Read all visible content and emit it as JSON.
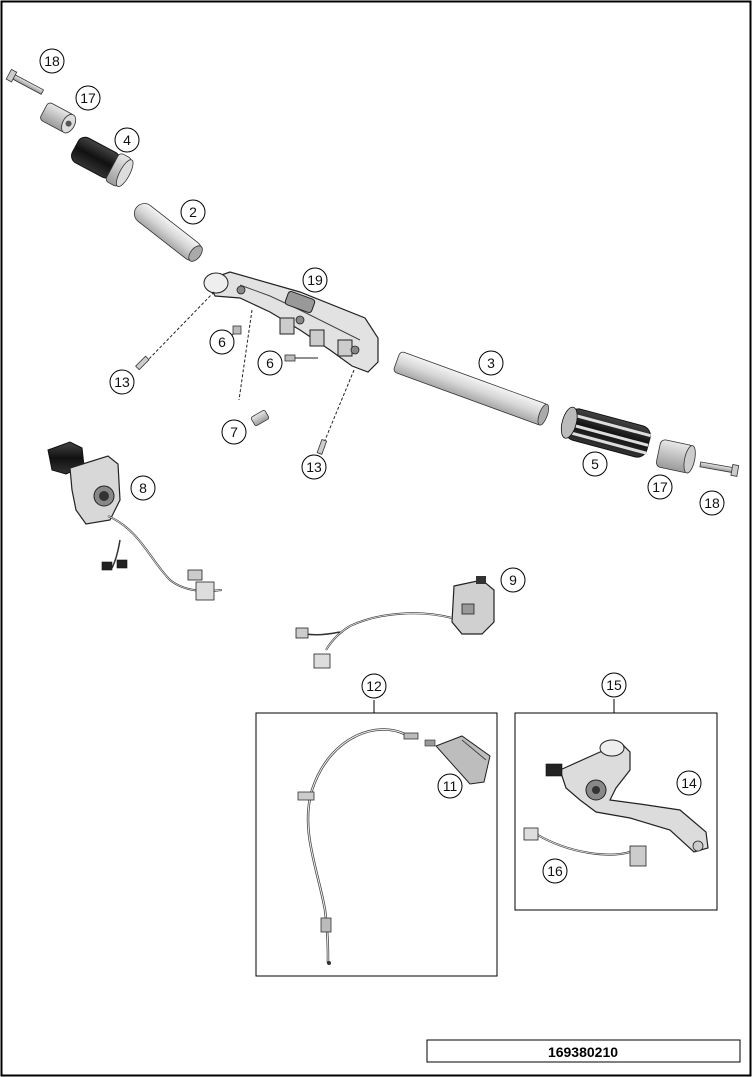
{
  "diagram_id": "169380210",
  "callouts": {
    "c18a": "18",
    "c17a": "17",
    "c4": "4",
    "c2": "2",
    "c19": "19",
    "c6a": "6",
    "c6b": "6",
    "c13a": "13",
    "c7": "7",
    "c13b": "13",
    "c3": "3",
    "c5": "5",
    "c17b": "17",
    "c18b": "18",
    "c8": "8",
    "c9": "9",
    "c12": "12",
    "c11": "11",
    "c15": "15",
    "c14": "14",
    "c16": "16"
  }
}
